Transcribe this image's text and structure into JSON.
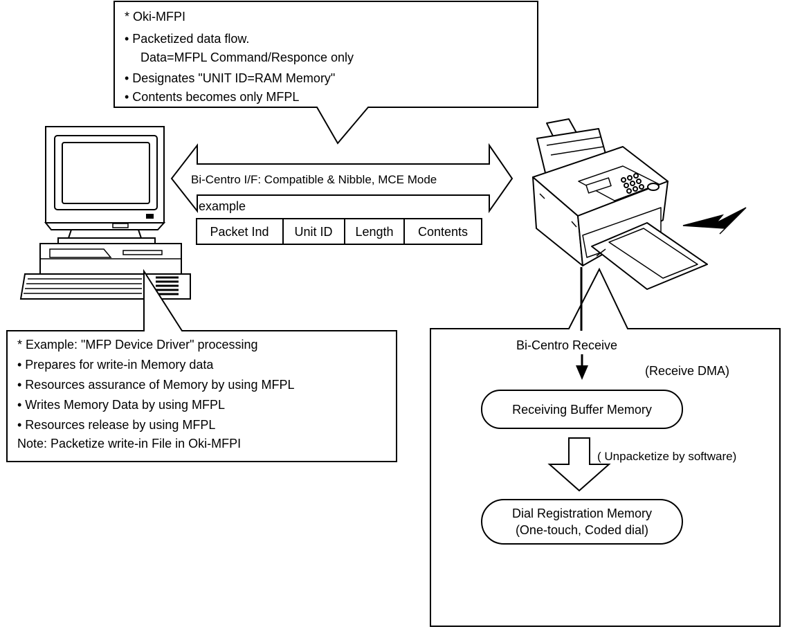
{
  "top_callout": {
    "lines": [
      "* Oki-MFPI",
      "• Packetized data flow.",
      "Data=MFPL Command/Responce only",
      "• Designates \"UNIT ID=RAM Memory\"",
      "• Contents becomes only MFPL"
    ]
  },
  "interface": {
    "arrow_label": "Bi-Centro I/F: Compatible & Nibble, MCE Mode",
    "example_label": "example",
    "packet_fields": [
      "Packet Ind",
      "Unit ID",
      "Length",
      "Contents"
    ]
  },
  "pc_callout": {
    "lines": [
      "* Example: \"MFP Device Driver\" processing",
      "• Prepares for write-in Memory data",
      "• Resources assurance of Memory by using MFPL",
      "• Writes Memory Data by using MFPL",
      "• Resources release by using MFPL",
      "Note: Packetize write-in File in Oki-MFPI"
    ]
  },
  "mfp_callout": {
    "receive_label": "Bi-Centro Receive",
    "dma_label": "(Receive DMA)",
    "receiving_buffer": "Receiving Buffer Memory",
    "unpacketize_label": "( Unpacketize by software)",
    "dial_registration_line1": "Dial Registration Memory",
    "dial_registration_line2": "(One-touch, Coded dial)"
  },
  "icons": {
    "computer": "desktop-computer-icon",
    "fax": "fax-machine-icon",
    "signal": "lightning-signal-icon"
  }
}
